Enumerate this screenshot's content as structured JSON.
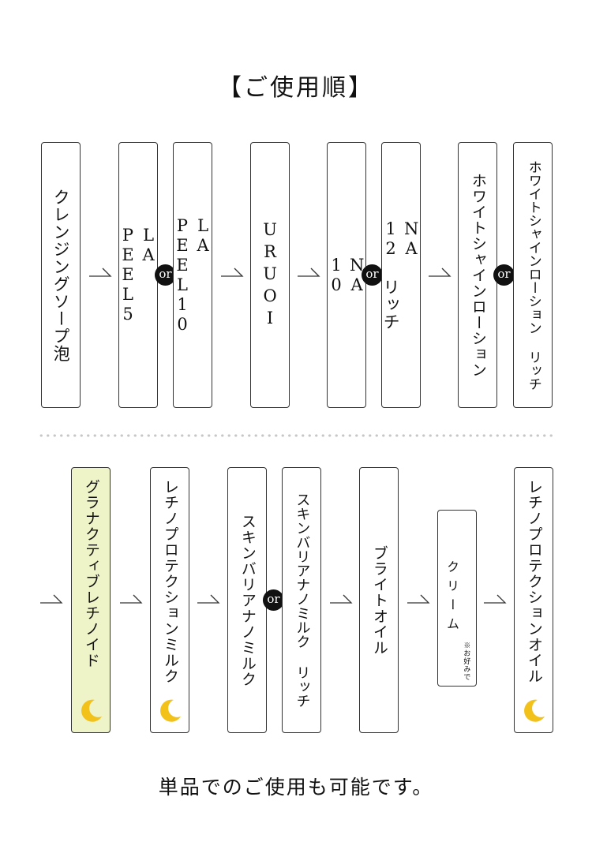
{
  "title": "【ご使用順】",
  "or_label": "or",
  "colors": {
    "highlight_bg": "#eef3c8",
    "moon": "#f2c21a",
    "border": "#333333"
  },
  "row1": {
    "step1": "クレンジングソープ泡",
    "step2a": [
      "LA",
      "PEEL5"
    ],
    "step2b": [
      "LA",
      "PEEL10"
    ],
    "step3": "URUOI",
    "step4a": [
      "NA",
      "10"
    ],
    "step4b": [
      "NA",
      "12 リッチ"
    ],
    "step5a": "ホワイトシャインローション",
    "step5b": "ホワイトシャインローション リッチ"
  },
  "row2": {
    "step1": "グラナクティブレチノイド",
    "step2": "レチノプロテクションミルク",
    "step3a": "スキンバリアナノミルク",
    "step3b": "スキンバリアナノミルク リッチ",
    "step4": "ブライトオイル",
    "step5": "クリーム",
    "step5_note": "※お好みで",
    "step6": "レチノプロテクションオイル"
  },
  "icons": {
    "arrow": "arrow-right-icon",
    "moon": "crescent-moon-icon"
  },
  "footer": "単品でのご使用も可能です。"
}
